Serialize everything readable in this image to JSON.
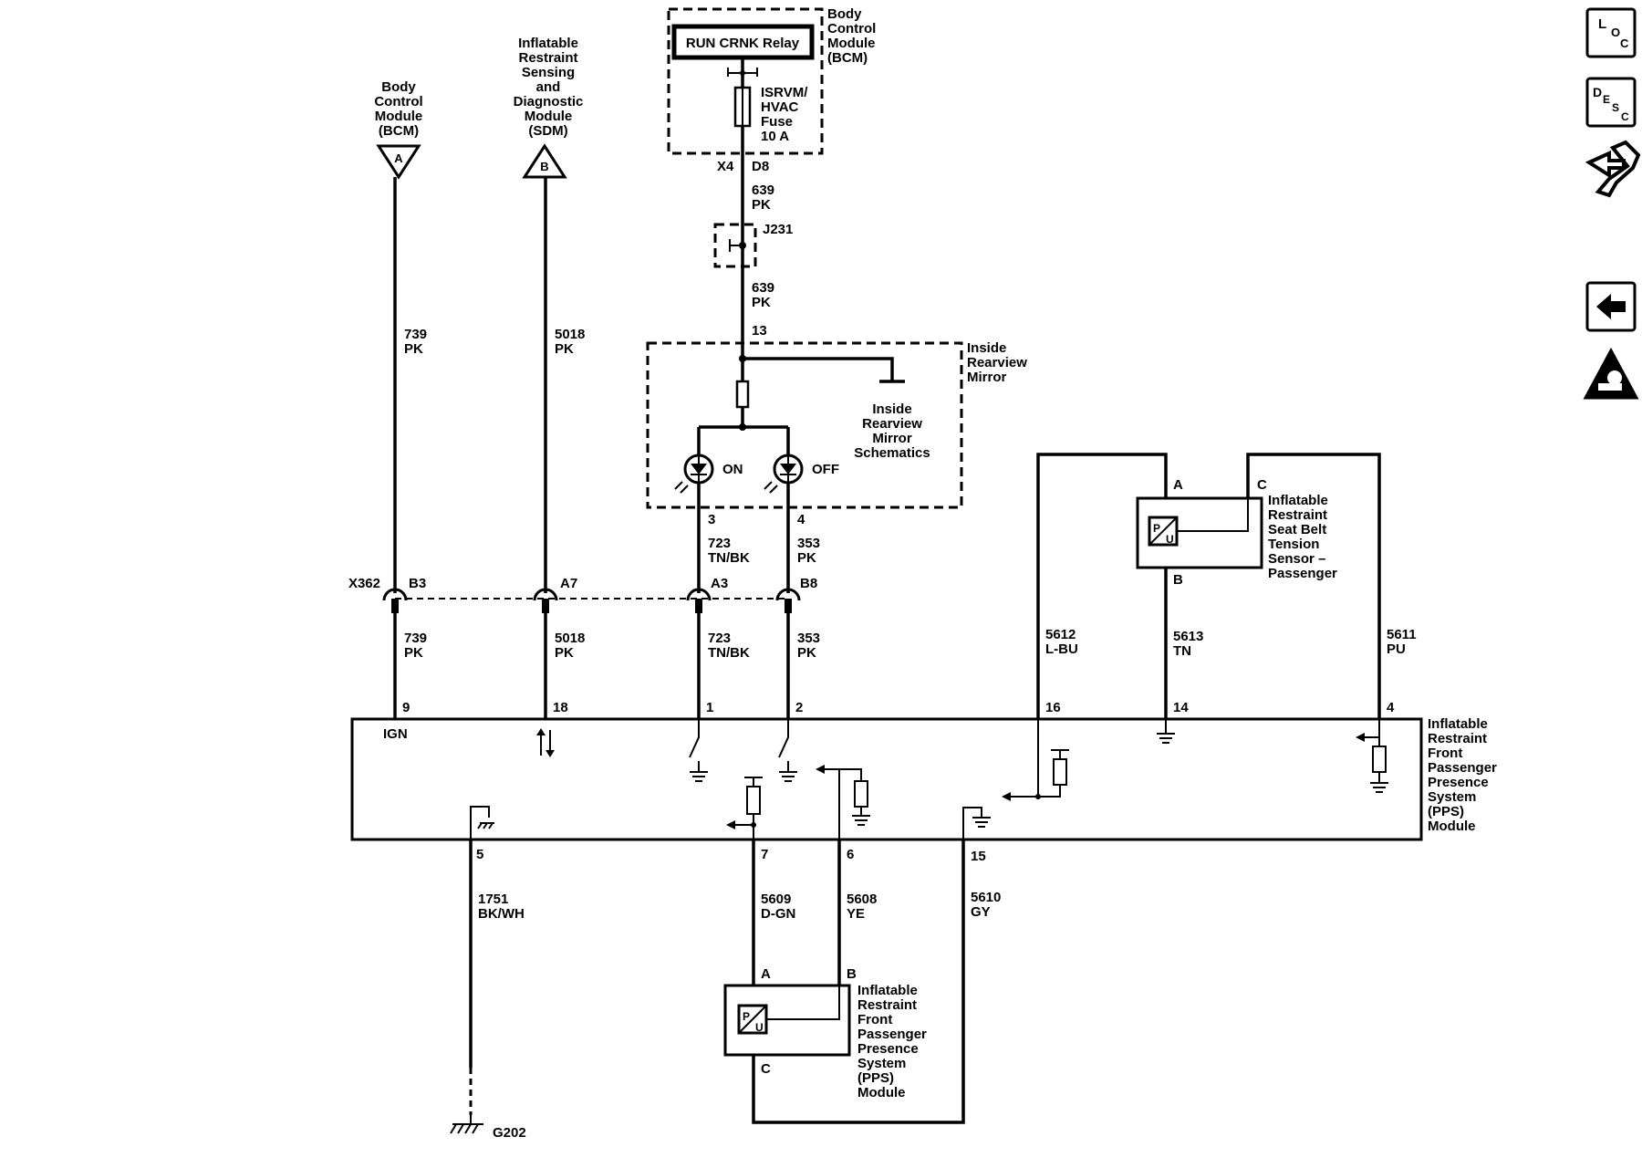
{
  "top_bcm": {
    "l1": "Body",
    "l2": "Control",
    "l3": "Module",
    "l4": "(BCM)"
  },
  "relay": {
    "label": "RUN CRNK Relay"
  },
  "fuse": {
    "l1": "ISRVM/",
    "l2": "HVAC",
    "l3": "Fuse",
    "l4": "10 A"
  },
  "bcm_conn": {
    "connector": "X4",
    "pin": "D8"
  },
  "wire_639a": {
    "circuit": "639",
    "color": "PK"
  },
  "splice": {
    "label": "J231"
  },
  "wire_639b": {
    "circuit": "639",
    "color": "PK"
  },
  "mirror": {
    "pin_in": "13",
    "l1": "Inside",
    "l2": "Rearview",
    "l3": "Mirror",
    "sch1": "Inside",
    "sch2": "Rearview",
    "sch3": "Mirror",
    "sch4": "Schematics",
    "led_on": "ON",
    "led_off": "OFF",
    "pin_on": "3",
    "pin_off": "4"
  },
  "left_bcm": {
    "l1": "Body",
    "l2": "Control",
    "l3": "Module",
    "l4": "(BCM)",
    "tag": "A"
  },
  "sdm": {
    "l1": "Inflatable",
    "l2": "Restraint",
    "l3": "Sensing",
    "l4": "and",
    "l5": "Diagnostic",
    "l6": "Module",
    "l7": "(SDM)",
    "tag": "B"
  },
  "wire_739a": {
    "circuit": "739",
    "color": "PK"
  },
  "wire_5018a": {
    "circuit": "5018",
    "color": "PK"
  },
  "wire_723a": {
    "circuit": "723",
    "color": "TN/BK"
  },
  "wire_353a": {
    "circuit": "353",
    "color": "PK"
  },
  "x362": {
    "connector": "X362",
    "b3": "B3",
    "a7": "A7",
    "a3": "A3",
    "b8": "B8"
  },
  "wire_739b": {
    "circuit": "739",
    "color": "PK"
  },
  "wire_5018b": {
    "circuit": "5018",
    "color": "PK"
  },
  "wire_723b": {
    "circuit": "723",
    "color": "TN/BK"
  },
  "wire_353b": {
    "circuit": "353",
    "color": "PK"
  },
  "wire_5612": {
    "circuit": "5612",
    "color": "L-BU"
  },
  "wire_5613": {
    "circuit": "5613",
    "color": "TN"
  },
  "wire_5611": {
    "circuit": "5611",
    "color": "PU"
  },
  "belt_sensor": {
    "pin_a": "A",
    "pin_b": "B",
    "pin_c": "C",
    "l1": "Inflatable",
    "l2": "Restraint",
    "l3": "Seat Belt",
    "l4": "Tension",
    "l5": "Sensor –",
    "l6": "Passenger",
    "p": "P",
    "u": "U"
  },
  "pps_module": {
    "pin_9": "9",
    "pin_18": "18",
    "pin_1": "1",
    "pin_2": "2",
    "pin_16": "16",
    "pin_14": "14",
    "pin_4": "4",
    "pin_5": "5",
    "pin_7": "7",
    "pin_6": "6",
    "pin_15": "15",
    "ign": "IGN",
    "l1": "Inflatable",
    "l2": "Restraint",
    "l3": "Front",
    "l4": "Passenger",
    "l5": "Presence",
    "l6": "System",
    "l7": "(PPS)",
    "l8": "Module"
  },
  "wire_1751": {
    "circuit": "1751",
    "color": "BK/WH"
  },
  "wire_5609": {
    "circuit": "5609",
    "color": "D-GN"
  },
  "wire_5608": {
    "circuit": "5608",
    "color": "YE"
  },
  "wire_5610": {
    "circuit": "5610",
    "color": "GY"
  },
  "pps_sensor": {
    "pin_a": "A",
    "pin_b": "B",
    "pin_c": "C",
    "l1": "Inflatable",
    "l2": "Restraint",
    "l3": "Front",
    "l4": "Passenger",
    "l5": "Presence",
    "l6": "System",
    "l7": "(PPS)",
    "l8": "Module",
    "p": "P",
    "u": "U"
  },
  "ground": {
    "label": "G202"
  },
  "side_icons": {
    "loc": {
      "l": "L",
      "o": "O",
      "c": "C"
    },
    "desc": {
      "d": "D",
      "e": "E",
      "s": "S",
      "c": "C"
    }
  }
}
